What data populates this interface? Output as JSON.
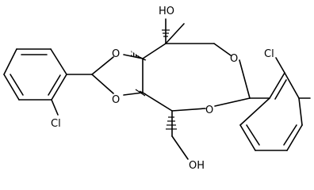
{
  "molecule": {
    "labels": {
      "hydroxyl_top": "HO",
      "ring_o_dioxolane_upper": "O",
      "ring_o_dioxolane_lower": "O",
      "ring_o_dioxocane_upper": "O",
      "ring_o_dioxocane_lower": "O",
      "chloro_left": "Cl",
      "chloro_right": "Cl",
      "hydroxyl_bottom": "OH"
    },
    "colors": {
      "bond": "#000000",
      "label": "#000000",
      "background": "#ffffff"
    }
  }
}
